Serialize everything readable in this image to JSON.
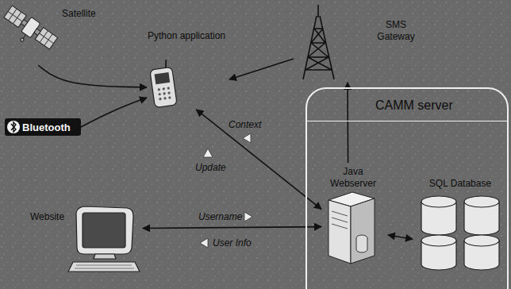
{
  "diagram": {
    "nodes": [
      {
        "text": [
          "Satellite"
        ]
      },
      {
        "text": [
          "Python application"
        ]
      },
      {
        "text": [
          "SMS Gateway"
        ]
      },
      {
        "text": [
          "Bluetooth"
        ]
      },
      {
        "text": [
          "CAMM server"
        ]
      },
      {
        "text": [
          "Java Webserver"
        ],
        "in": 4
      },
      {
        "text": [
          "SQL Database"
        ],
        "in": 4
      },
      {
        "text": [
          "Website"
        ]
      }
    ],
    "edges": [
      {
        "from": 0,
        "to": 1,
        "arrow": "to"
      },
      {
        "from": 3,
        "to": 1,
        "arrow": "to"
      },
      {
        "from": 2,
        "to": 1,
        "arrow": "to"
      },
      {
        "from": 1,
        "to": 5,
        "arrow": "both"
      },
      {
        "from": 7,
        "to": 5,
        "arrow": "both"
      },
      {
        "from": 5,
        "to": 2,
        "arrow": "to"
      },
      {
        "from": 5,
        "to": 6,
        "arrow": "both"
      }
    ],
    "labels": [
      "Context",
      "Update",
      "Username",
      "User Info"
    ]
  }
}
